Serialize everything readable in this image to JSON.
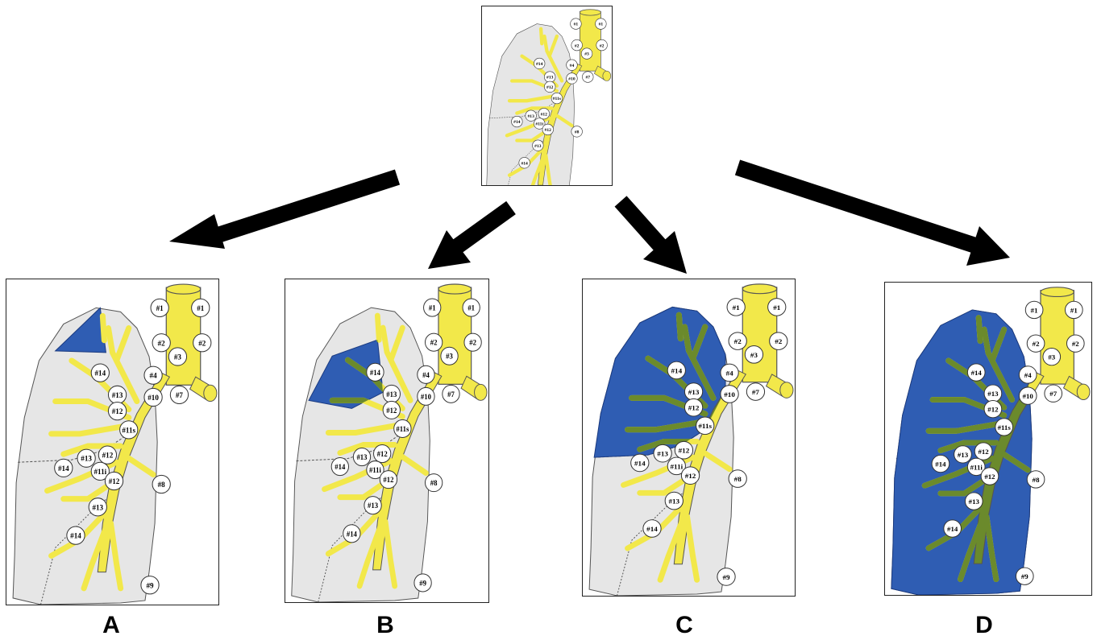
{
  "panels": {
    "top": {
      "label": ""
    },
    "A": {
      "label": "A"
    },
    "B": {
      "label": "B"
    },
    "C": {
      "label": "C"
    },
    "D": {
      "label": "D"
    }
  },
  "node_labels": {
    "n1": "#1",
    "n2": "#2",
    "n3": "#3",
    "n4": "#4",
    "n7": "#7",
    "n8": "#8",
    "n9": "#9",
    "n10": "#10",
    "n11s": "#11s",
    "n11i": "#11i",
    "n12": "#12",
    "n13": "#13",
    "n14": "#14"
  },
  "colors": {
    "bronchus_yellow": "#f2e84a",
    "resection_blue": "#2f5db3",
    "resected_bronchus_green": "#6b8a2c",
    "lung_gray": "#e6e6e6",
    "arrow_black": "#000000"
  }
}
